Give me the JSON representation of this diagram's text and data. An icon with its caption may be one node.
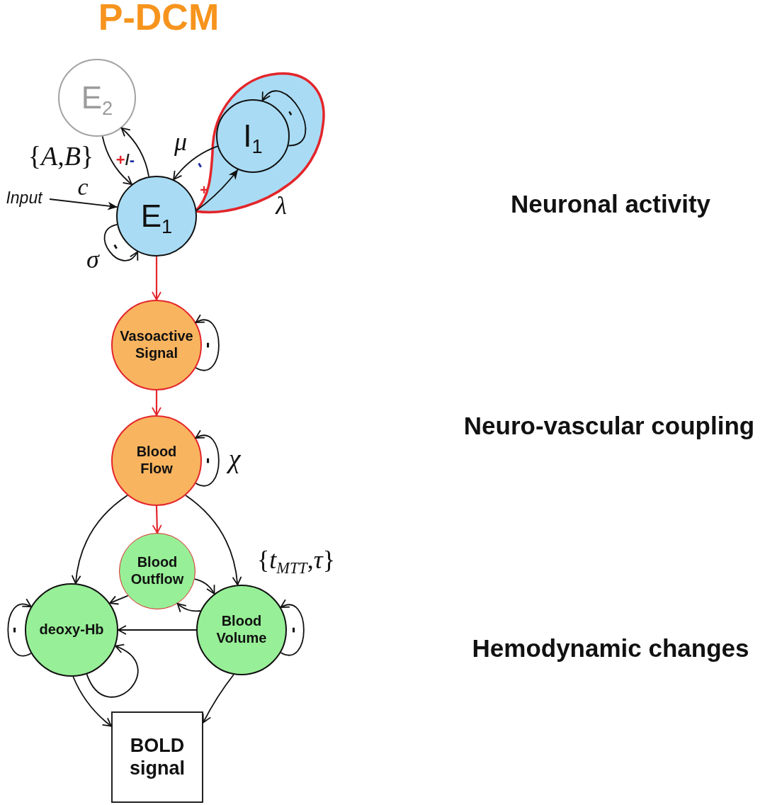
{
  "diagram": {
    "title": "P-DCM",
    "nodes": [
      {
        "text": [
          "E$_{2}$"
        ]
      },
      {
        "text": [],
        "shape": "blob",
        "beside": [
          "λ"
        ]
      },
      {
        "text": [
          "I$_{1}$"
        ],
        "in": 1
      },
      {
        "text": [
          "Input"
        ]
      },
      {
        "text": [
          "E$_{1}$"
        ]
      },
      {
        "text": [
          "Vasoactive Signal"
        ]
      },
      {
        "text": [
          "Blood Flow"
        ]
      },
      {
        "text": [
          "Blood Outflow"
        ]
      },
      {
        "text": [
          "deoxy-Hb"
        ]
      },
      {
        "text": [
          "Blood Volume"
        ]
      },
      {
        "text": [
          "BOLD signal"
        ]
      }
    ],
    "edges": [
      {
        "from": 3,
        "to": 4,
        "arrow": "to",
        "label": "c"
      },
      {
        "from": 0,
        "to": 4,
        "arrow": "to"
      },
      {
        "from": 4,
        "to": 0,
        "arrow": "to"
      },
      {
        "from": 2,
        "to": 4,
        "arrow": "to",
        "label": "-"
      },
      {
        "from": 4,
        "to": 2,
        "arrow": "to",
        "label": "+"
      },
      {
        "from": 4,
        "to": 4,
        "arrow": "to",
        "label": "-"
      },
      {
        "from": 2,
        "to": 2,
        "arrow": "to",
        "label": "-"
      },
      {
        "from": 4,
        "to": 5,
        "arrow": "to",
        "color": "#e3262b"
      },
      {
        "from": 5,
        "to": 5,
        "arrow": "to",
        "label": "-"
      },
      {
        "from": 5,
        "to": 6,
        "arrow": "to",
        "color": "#e3262b"
      },
      {
        "from": 6,
        "to": 6,
        "arrow": "to",
        "label": "-"
      },
      {
        "from": 6,
        "to": 7,
        "arrow": "to",
        "color": "#e3262b"
      },
      {
        "from": 6,
        "to": 8,
        "arrow": "to"
      },
      {
        "from": 6,
        "to": 9,
        "arrow": "to"
      },
      {
        "from": 7,
        "to": 9,
        "arrow": "to"
      },
      {
        "from": 9,
        "to": 7,
        "arrow": "to"
      },
      {
        "from": 7,
        "to": 8,
        "arrow": "to"
      },
      {
        "from": 9,
        "to": 8,
        "arrow": "to"
      },
      {
        "from": 8,
        "to": 8,
        "arrow": "to",
        "label": "-"
      },
      {
        "from": 8,
        "to": 8,
        "arrow": "to"
      },
      {
        "from": 9,
        "to": 9,
        "arrow": "to",
        "label": "-"
      },
      {
        "from": 8,
        "to": 10,
        "arrow": "to"
      },
      {
        "from": 9,
        "to": 10,
        "arrow": "to"
      }
    ],
    "labels": [
      "{*A*,*B*}",
      "+/-",
      "μ",
      "Neuronal activity",
      "σ",
      "Neuro-vascular coupling",
      "χ",
      "{*t*$_{MTT}$,*τ*}",
      "Hemodynamic changes"
    ]
  }
}
